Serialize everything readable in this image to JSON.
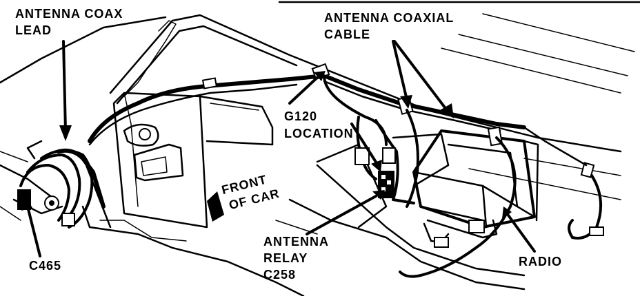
{
  "labels": {
    "antenna_coax_lead": [
      "ANTENNA COAX",
      "LEAD"
    ],
    "antenna_coaxial_cable": [
      "ANTENNA COAXIAL",
      "CABLE"
    ],
    "g120_location": [
      "G120",
      "LOCATION"
    ],
    "front_of_car": [
      "FRONT",
      "OF CAR"
    ],
    "antenna_relay": [
      "ANTENNA",
      "RELAY",
      "C258"
    ],
    "radio": "RADIO",
    "c465": "C465"
  }
}
